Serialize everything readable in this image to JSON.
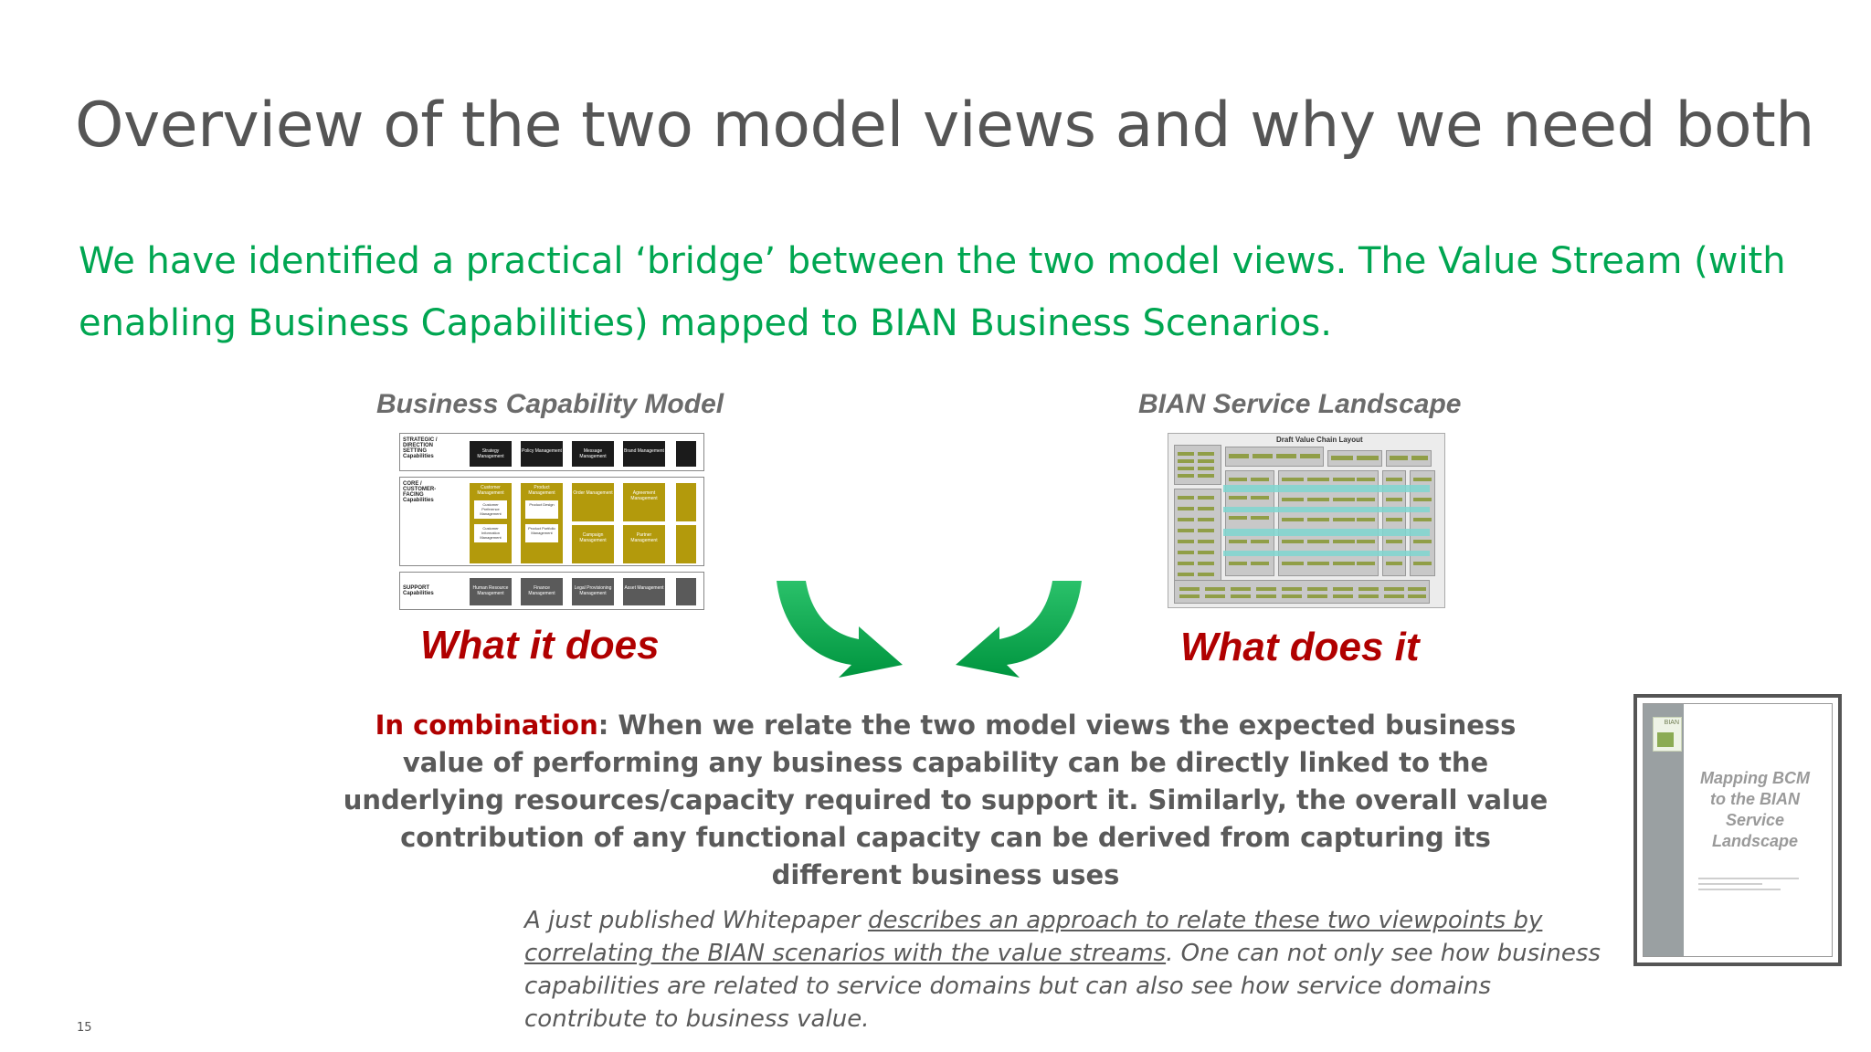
{
  "slide": {
    "title": "Overview of the two model views and why we need both",
    "subtitle": "We have identified a practical ‘bridge’ between the two model views. The Value Stream (with enabling Business Capabilities) mapped to BIAN Business Scenarios.",
    "page_number": "15"
  },
  "left_panel": {
    "label": "Business Capability Model",
    "caption": "What it does",
    "bands": {
      "strategic": "STRATEGIC / DIRECTION SETTING Capabilities",
      "core": "CORE / CUSTOMER-FACING Capabilities",
      "support": "SUPPORT Capabilities"
    },
    "strategic_cells": [
      "Strategy Management",
      "Policy Management",
      "Message Management",
      "Brand Management"
    ],
    "core_cells": [
      "Customer Management",
      "Product Management",
      "Order Management",
      "Agreement Management"
    ],
    "core_sub": [
      "Customer Preference Management",
      "Product Design",
      "Customer Information Management",
      "Product Portfolio Management",
      "Campaign Management",
      "Partner Management"
    ],
    "support_cells": [
      "Human Resource Management",
      "Finance Management",
      "Legal Provisioning Management",
      "Asset Management"
    ]
  },
  "right_panel": {
    "label": "BIAN Service Landscape",
    "caption": "What does it",
    "diagram_title": "Draft Value Chain Layout"
  },
  "combination": {
    "lead": "In combination",
    "text": ": When we relate the two model views the expected business value of performing any business capability can be directly linked to the underlying resources/capacity required to support it. Similarly, the overall value contribution of any functional capacity can be derived from capturing its different business uses"
  },
  "note": {
    "prefix": "A just published Whitepaper ",
    "link": "describes an approach to relate these two viewpoints by correlating the BIAN scenarios with the value streams",
    "suffix": ".  One can not only see how business capabilities are related to service domains but can also see how service domains contribute to business value."
  },
  "whitepaper": {
    "logo_text": "BIAN",
    "title": "Mapping BCM to the BIAN Service Landscape"
  },
  "colors": {
    "title": "#555555",
    "subtitle": "#00a651",
    "emphasis": "#b00000",
    "body": "#5a5a5a",
    "arrow": "#00a651"
  }
}
